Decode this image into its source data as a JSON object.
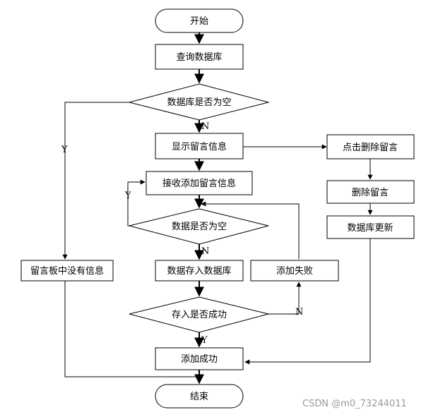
{
  "nodes": {
    "start": "开始",
    "query_db": "查询数据库",
    "db_empty": "数据库是否为空",
    "show_messages": "显示留言信息",
    "click_delete": "点击删除留言",
    "receive_add": "接收添加留言信息",
    "delete_message": "删除留言",
    "data_empty": "数据是否为空",
    "db_update": "数据库更新",
    "no_info": "留言板中没有信息",
    "save_db": "数据存入数据库",
    "add_fail": "添加失败",
    "save_success_q": "存入是否成功",
    "add_success": "添加成功",
    "end": "结束"
  },
  "edge_labels": {
    "db_empty_no": "N",
    "db_empty_yes": "Y",
    "data_empty_yes": "Y",
    "data_empty_no": "N",
    "save_no": "N",
    "save_yes": "Y"
  },
  "watermark": "CSDN @m0_73244011"
}
